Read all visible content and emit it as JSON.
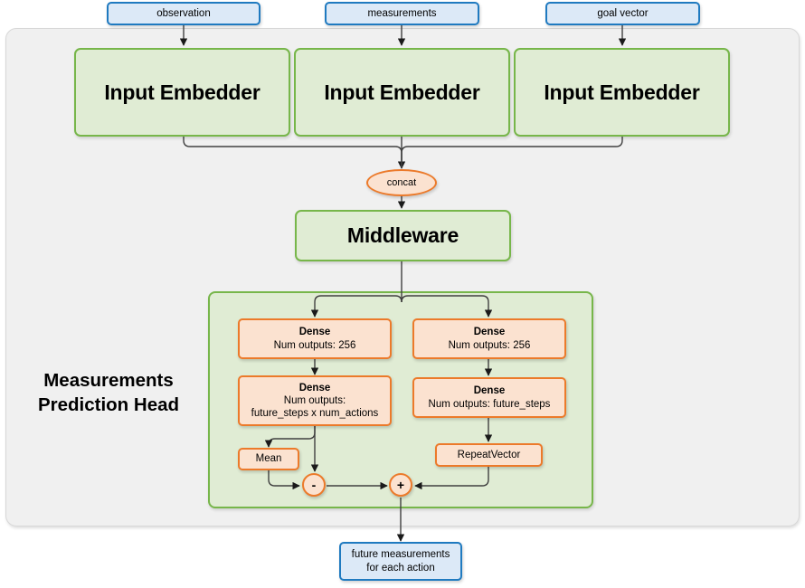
{
  "diagram": {
    "title": "Measurements Prediction Head architecture",
    "colors": {
      "blue_fill": "#dce9f7",
      "blue_stroke": "#1f7ac0",
      "green_fill": "#e0ecd4",
      "green_stroke": "#77b64a",
      "orange_fill": "#fbe2d0",
      "orange_stroke": "#ec7a2a",
      "container_fill": "#f0f0f0",
      "container_stroke": "#d8d8d8",
      "edge_stroke": "#404040"
    }
  },
  "inputs": [
    {
      "label": "observation"
    },
    {
      "label": "measurements"
    },
    {
      "label": "goal vector"
    }
  ],
  "embedders": [
    {
      "label": "Input Embedder"
    },
    {
      "label": "Input Embedder"
    },
    {
      "label": "Input Embedder"
    }
  ],
  "concat": {
    "label": "concat"
  },
  "middleware": {
    "label": "Middleware"
  },
  "head": {
    "title_line1": "Measurements",
    "title_line2": "Prediction Head",
    "left_branch": {
      "dense1": {
        "title": "Dense",
        "sub": "Num outputs: 256"
      },
      "dense2": {
        "title": "Dense",
        "sub_line1": "Num outputs:",
        "sub_line2": "future_steps x num_actions"
      },
      "mean": {
        "label": "Mean"
      },
      "operator": {
        "label": "-"
      }
    },
    "right_branch": {
      "dense1": {
        "title": "Dense",
        "sub": "Num outputs: 256"
      },
      "dense2": {
        "title": "Dense",
        "sub": "Num outputs: future_steps"
      },
      "repeat_vector": {
        "label": "RepeatVector"
      },
      "operator": {
        "label": "+"
      }
    }
  },
  "output": {
    "line1": "future measurements",
    "line2": "for each action"
  }
}
